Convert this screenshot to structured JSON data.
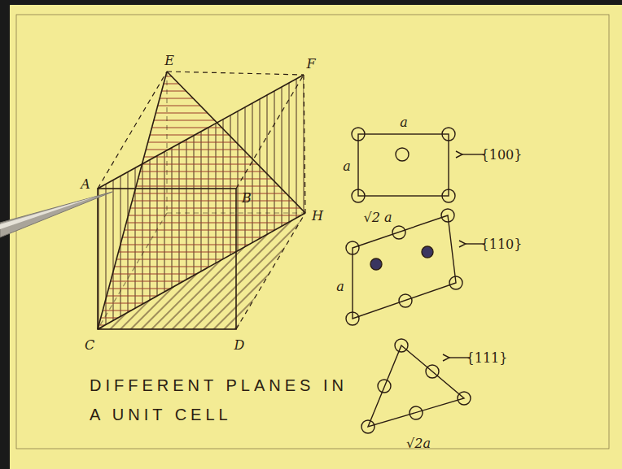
{
  "diagram": {
    "caption": "DIFFERENT PLANES IN A UNIT CELL",
    "labels": [
      "E",
      "F",
      "A",
      "B",
      "H",
      "C",
      "D",
      "a",
      "a",
      "{100}",
      "√2 a",
      "a",
      "{110}",
      "{111}",
      "√2a"
    ]
  }
}
